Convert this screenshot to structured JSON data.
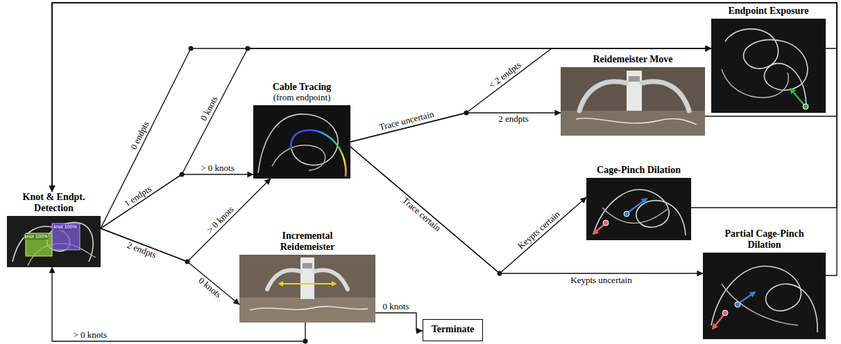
{
  "diagram": {
    "nodes": [
      {
        "text": [
          "Knot & Endpt. Detection"
        ]
      },
      {
        "text": [
          "Cable Tracing",
          "(from endpoint)"
        ]
      },
      {
        "text": [
          "Incremental Reidemeister"
        ]
      },
      {
        "text": [
          "Terminate"
        ]
      },
      {
        "text": [
          "Reidemeister Move"
        ]
      },
      {
        "text": [
          "Endpoint Exposure"
        ]
      },
      {
        "text": [
          "Cage-Pinch Dilation"
        ]
      },
      {
        "text": [
          "Partial Cage-Pinch Dilation"
        ]
      }
    ],
    "edges": [
      {
        "from": 0,
        "to": 5,
        "label": "0 endpts",
        "arrow": "to"
      },
      {
        "from": 0,
        "to": 5,
        "label": "0 knots",
        "arrow": "to"
      },
      {
        "from": 0,
        "to": 1,
        "label": "> 0 knots",
        "arrow": "to"
      },
      {
        "from": 0,
        "to": 1,
        "label": "> 0 knots",
        "arrow": "to"
      },
      {
        "from": 0,
        "to": 2,
        "label": "0 knots",
        "arrow": "to"
      },
      {
        "from": 2,
        "to": 3,
        "label": "0 knots",
        "arrow": "to"
      },
      {
        "from": 2,
        "to": 0,
        "label": "> 0 knots",
        "arrow": "to"
      },
      {
        "from": 1,
        "to": 5,
        "label": "< 2 endpts",
        "arrow": "to"
      },
      {
        "from": 1,
        "to": 4,
        "label": "2 endpts",
        "arrow": "to"
      },
      {
        "from": 1,
        "to": 6,
        "label": "Keypts certain",
        "arrow": "to"
      },
      {
        "from": 1,
        "to": 7,
        "label": "Keypts uncertain",
        "arrow": "to"
      },
      {
        "from": 5,
        "to": 0,
        "arrow": "to"
      },
      {
        "from": 4,
        "to": 0,
        "arrow": "to"
      },
      {
        "from": 6,
        "to": 0,
        "arrow": "to"
      },
      {
        "from": 7,
        "to": 0,
        "arrow": "to"
      }
    ],
    "labels": [
      "1 endpts",
      "2 endpts",
      "Trace uncertain",
      "Trace certain",
      "knot 100%",
      "knot 100%"
    ]
  }
}
